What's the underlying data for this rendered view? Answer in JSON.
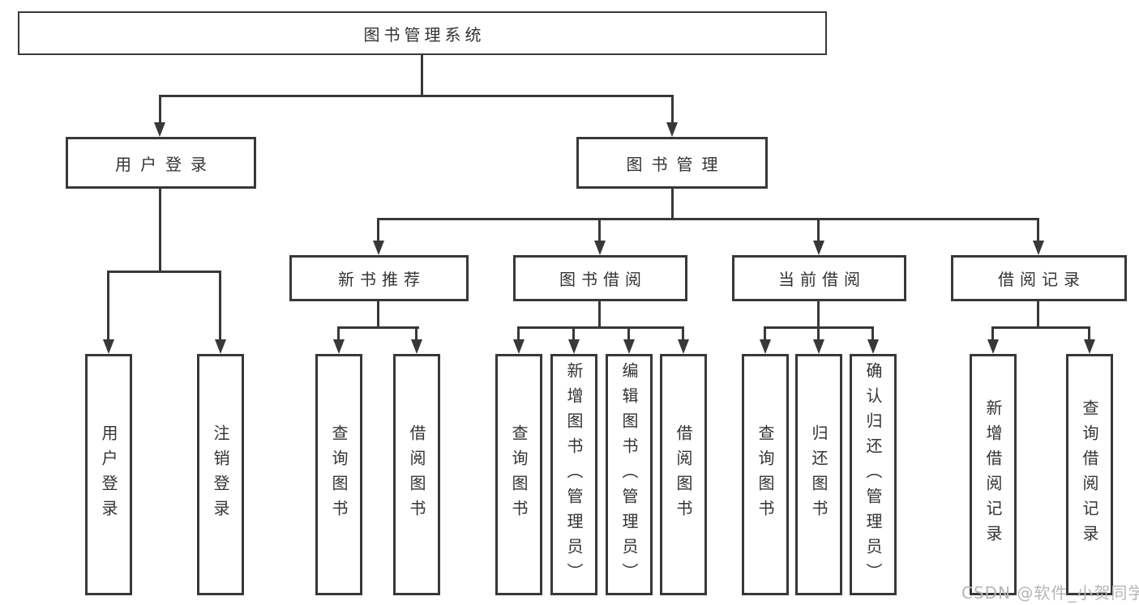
{
  "colors": {
    "line": "#383838",
    "text": "#333333",
    "background": "#ffffff",
    "watermark": "#b6b6b6"
  },
  "root": {
    "label": "图书管理系统"
  },
  "branches": {
    "userLogin": {
      "label": "用户登录"
    },
    "bookMgmt": {
      "label": "图书管理"
    }
  },
  "modules": {
    "newBookRec": {
      "label": "新书推荐"
    },
    "bookBorrow": {
      "label": "图书借阅"
    },
    "currentBorrow": {
      "label": "当前借阅"
    },
    "borrowRecords": {
      "label": "借阅记录"
    }
  },
  "leaves": {
    "a1": "用户登录",
    "a2": "注销登录",
    "b1": "查询图书",
    "b2": "借阅图书",
    "c1": "查询图书",
    "c2": "新增图书（管理员）",
    "c3": "编辑图书（管理员）",
    "c4": "借阅图书",
    "d1": "查询图书",
    "d2": "归还图书",
    "d3": "确认归还（管理员）",
    "e1": "新增借阅记录",
    "e2": "查询借阅记录"
  },
  "watermark": "CSDN @软件_小贺同学"
}
